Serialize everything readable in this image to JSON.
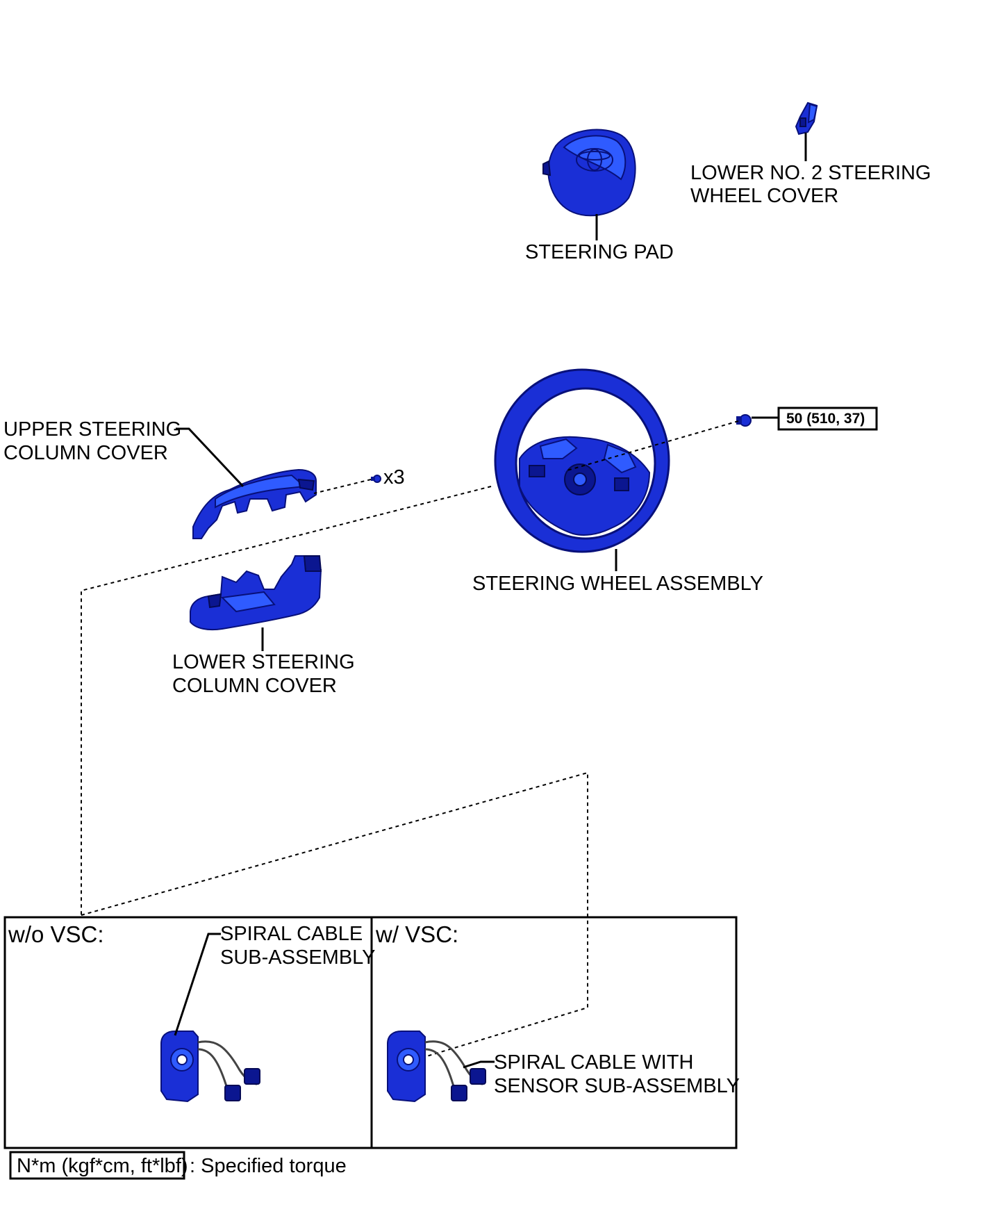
{
  "labels": {
    "lower_no2_cover_line1": "LOWER NO. 2 STEERING",
    "lower_no2_cover_line2": "WHEEL COVER",
    "steering_pad": "STEERING PAD",
    "upper_cover_line1": "UPPER STEERING",
    "upper_cover_line2": "COLUMN COVER",
    "screw_count": "x3",
    "torque_value": "50 (510, 37)",
    "steering_wheel_assembly": "STEERING WHEEL ASSEMBLY",
    "lower_cover_line1": "LOWER STEERING",
    "lower_cover_line2": "COLUMN COVER",
    "without_vsc": "w/o VSC:",
    "with_vsc": "w/ VSC:",
    "spiral_cable_line1": "SPIRAL CABLE",
    "spiral_cable_line2": "SUB-ASSEMBLY",
    "spiral_sensor_line1": "SPIRAL CABLE WITH",
    "spiral_sensor_line2": "SENSOR SUB-ASSEMBLY"
  },
  "legend": {
    "unit_box": "N*m (kgf*cm, ft*lbf)",
    "description": ": Specified torque"
  },
  "colors": {
    "part_blue": "#1a2fd6",
    "outline": "#000000"
  }
}
